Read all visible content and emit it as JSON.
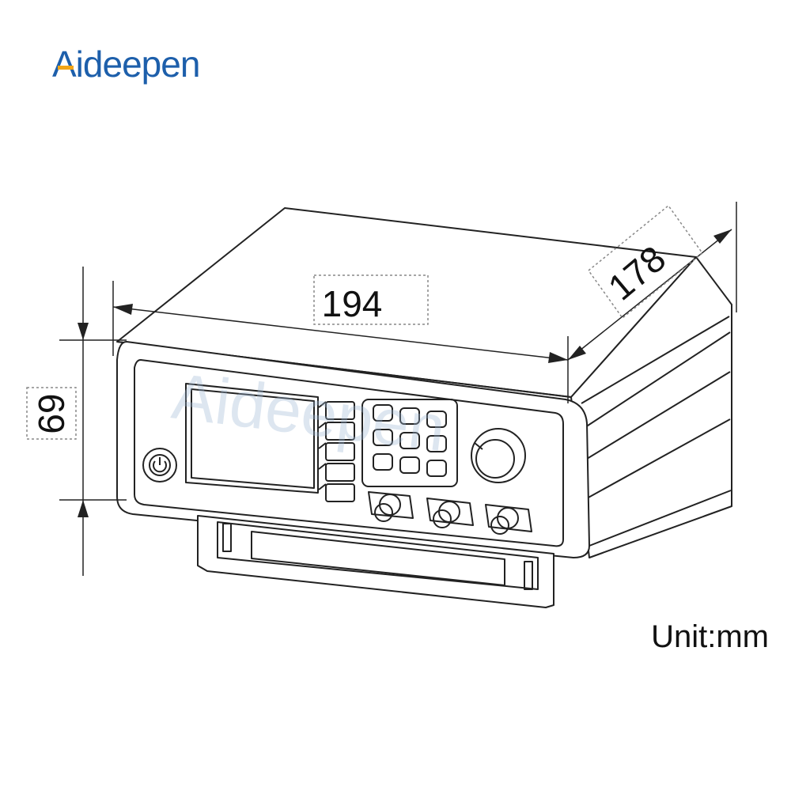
{
  "brand": {
    "name": "Aideepen",
    "colors": {
      "blue": "#1d5fab",
      "orange": "#f2a516"
    }
  },
  "dimensions": {
    "width": "194",
    "depth": "178",
    "height": "69",
    "unit": "Unit:mm"
  },
  "device": {
    "icons": [
      "power-icon",
      "knob-icon",
      "bnc-connector-icon"
    ]
  },
  "colors": {
    "line": "#222222",
    "watermark": "#9fb6d4"
  }
}
